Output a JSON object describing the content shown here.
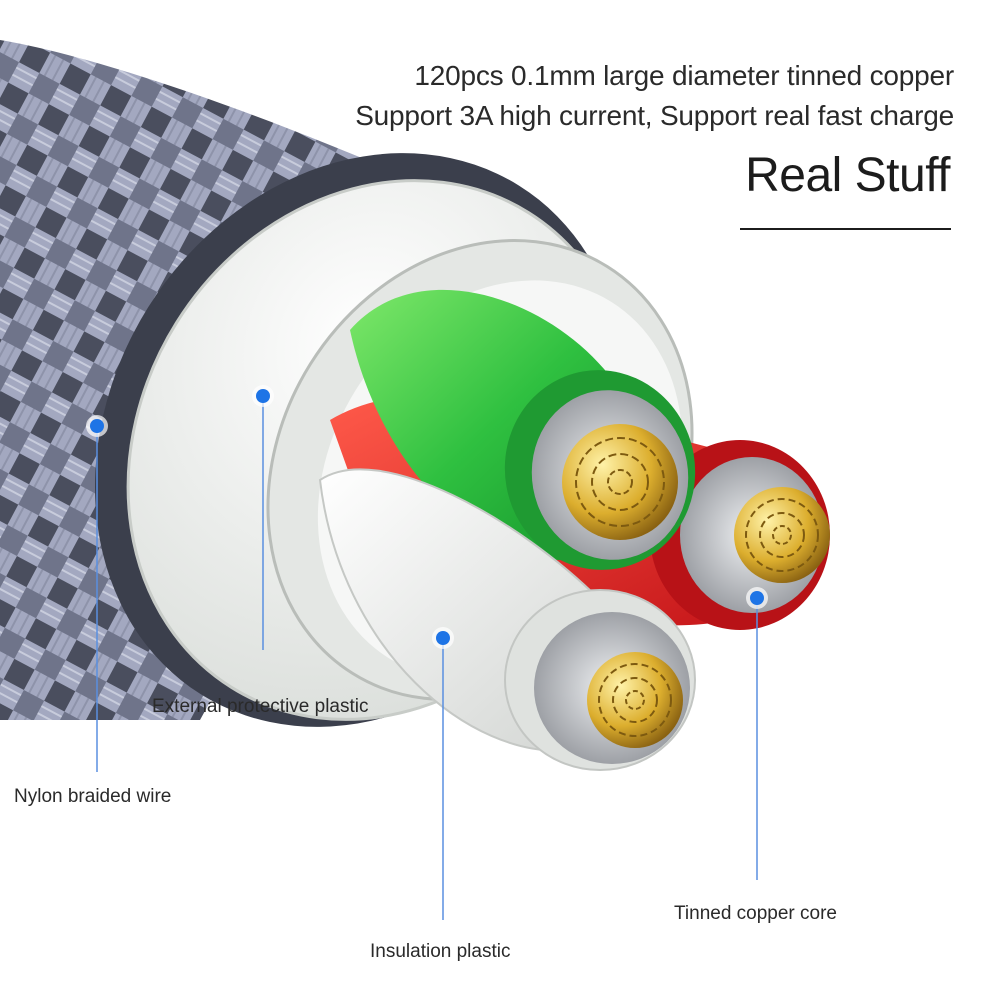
{
  "header": {
    "line1": "120pcs 0.1mm large diameter tinned copper",
    "line2": "Support 3A high current, Support real fast charge"
  },
  "title": "Real Stuff",
  "callouts": {
    "nylon": "Nylon braided wire",
    "external": "External protective plastic",
    "insulation": "Insulation plastic",
    "tinned": "Tinned copper core"
  },
  "colors": {
    "braid": "#8c91a8",
    "jacket": "#eef0ee",
    "green_wire": "#35c846",
    "red_wire": "#e0262a",
    "white_wire": "#f3f3f3",
    "copper": "#d9a62a",
    "strands": "#c9ccd0",
    "callout_dot": "#1e74e6"
  }
}
